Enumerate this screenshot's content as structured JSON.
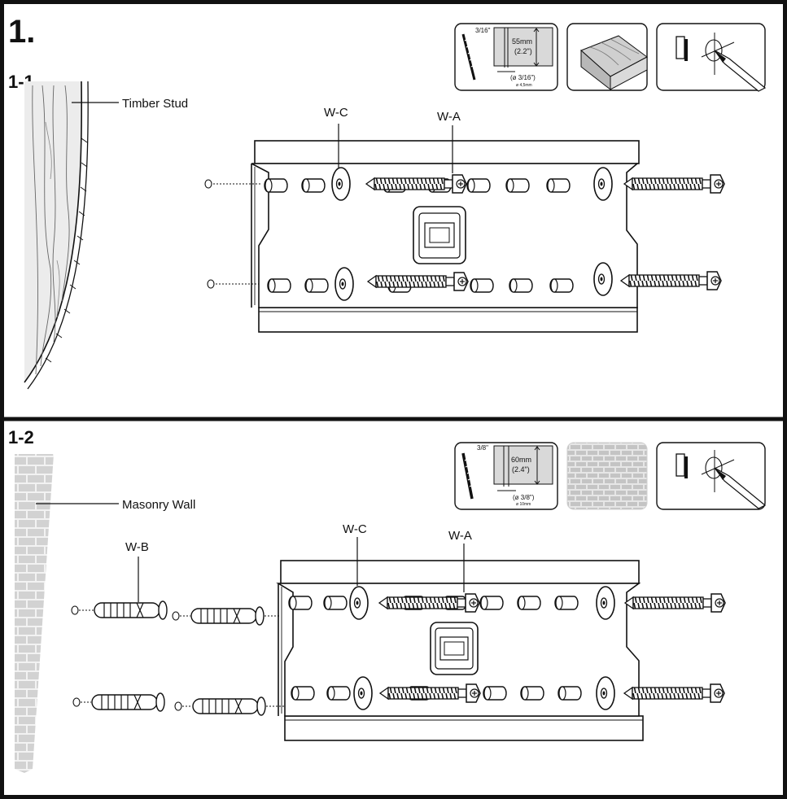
{
  "step_number": "1.",
  "sections": [
    {
      "id": "1-1",
      "label": "1-1",
      "wall_label": "Timber Stud",
      "drill": {
        "bit_size": "3/16\"",
        "depth_mm": "55mm",
        "depth_in": "(2.2\")",
        "hole_in": "(ø 3/16\")",
        "hole_mm": "ø 4,5mm"
      },
      "callouts": {
        "washer": "W-C",
        "screw": "W-A"
      }
    },
    {
      "id": "1-2",
      "label": "1-2",
      "wall_label": "Masonry Wall",
      "drill": {
        "bit_size": "3/8\"",
        "depth_mm": "60mm",
        "depth_in": "(2.4\")",
        "hole_in": "(ø 3/8\")",
        "hole_mm": "ø 10mm"
      },
      "callouts": {
        "anchor": "W-B",
        "washer": "W-C",
        "screw": "W-A"
      }
    }
  ],
  "colors": {
    "border": "#111111",
    "brick": "#d6d6d6",
    "brick_mortar": "#f2f2f2",
    "wood": "#e9e9e9",
    "panel_fill": "#dcdcdc"
  },
  "icons": [
    "drill-bit-icon",
    "wood-block-icon",
    "brick-wall-icon",
    "pencil-mark-icon"
  ]
}
